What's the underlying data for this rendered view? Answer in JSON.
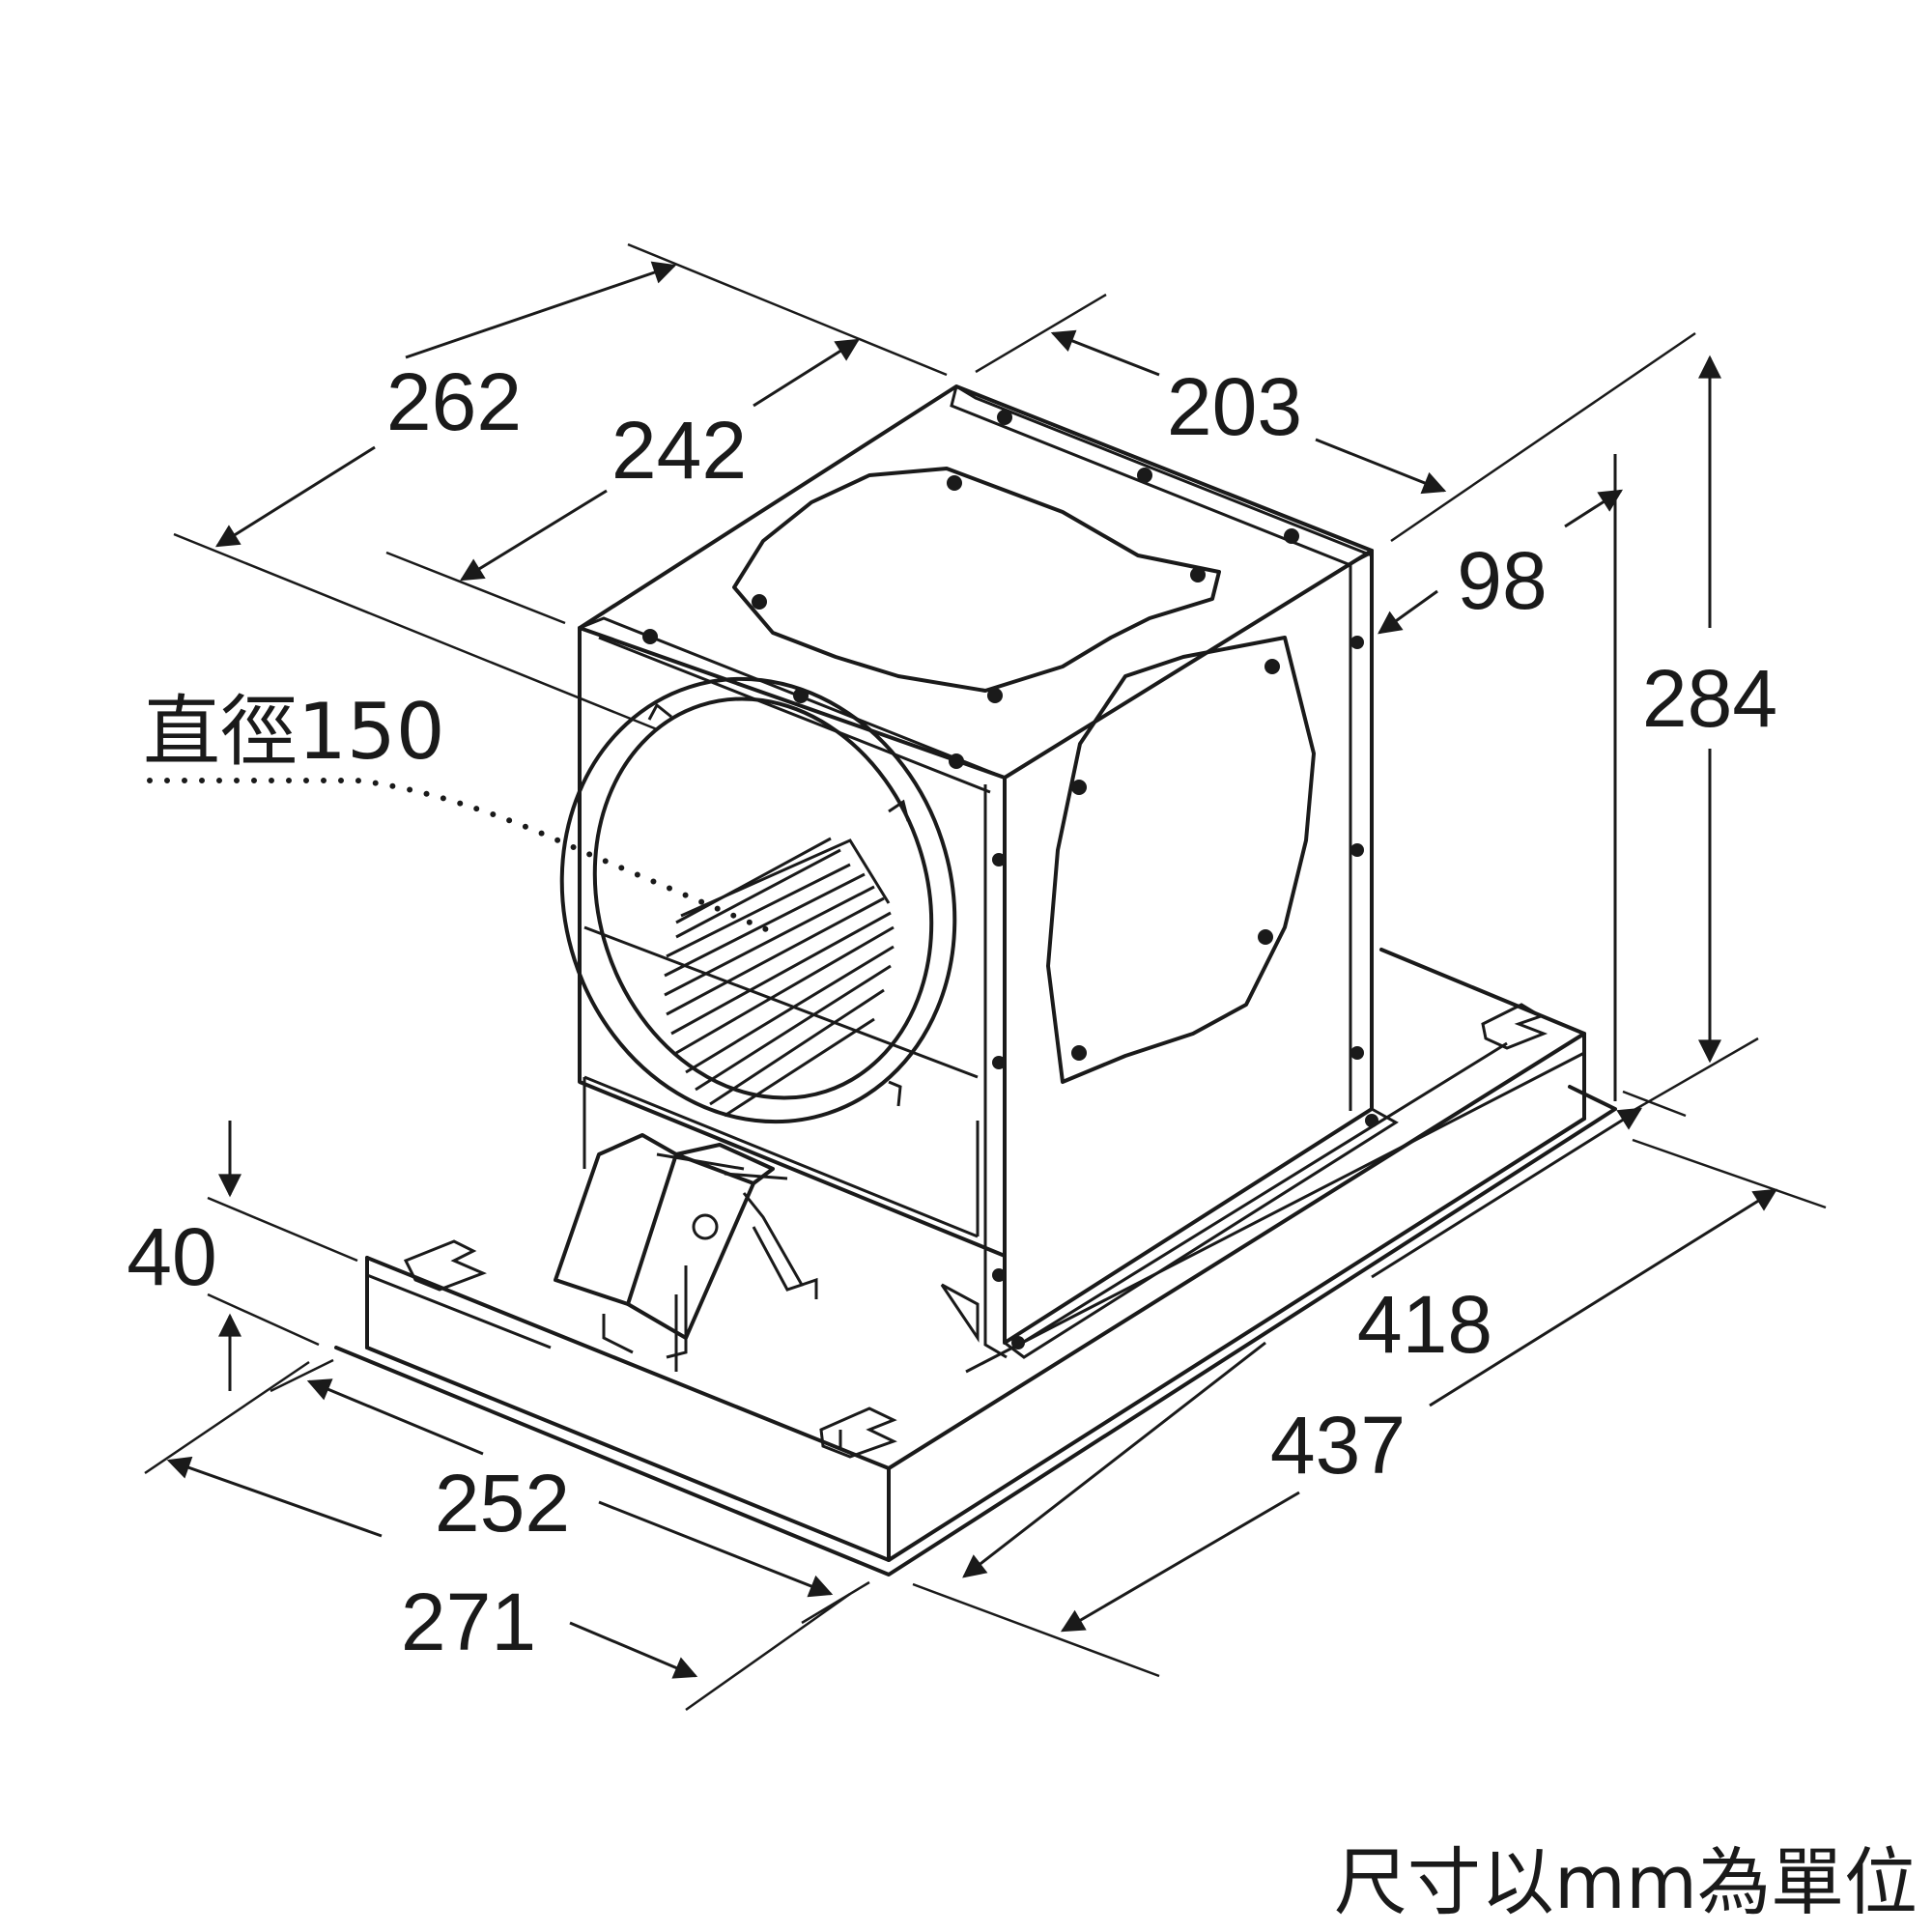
{
  "drawing": {
    "dimensions": {
      "d262": "262",
      "d242": "242",
      "d203": "203",
      "d98": "98",
      "d284": "284",
      "d40": "40",
      "d418": "418",
      "d437": "437",
      "d252": "252",
      "d271": "271"
    },
    "diameter_label": "直徑150",
    "unit_note": "尺寸以mm為單位"
  }
}
